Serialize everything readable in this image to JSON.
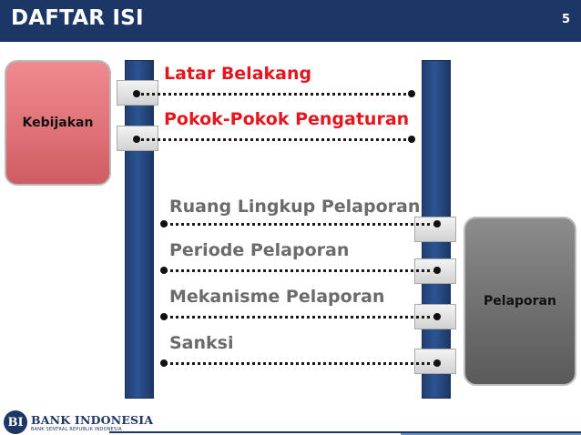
{
  "header": {
    "title": "DAFTAR ISI",
    "page_number": "5"
  },
  "boxes": {
    "kebijakan": "Kebijakan",
    "pelaporan": "Pelaporan"
  },
  "items": {
    "latar": "Latar Belakang",
    "pokok": "Pokok-Pokok Pengaturan",
    "ruang": "Ruang Lingkup Pelaporan",
    "periode": "Periode Pelaporan",
    "mekanisme": "Mekanisme Pelaporan",
    "sanksi": "Sanksi"
  },
  "footer": {
    "logo_text": "BANK INDONESIA",
    "logo_sub": "BANK SENTRAL REPUBLIK INDONESIA"
  },
  "colors": {
    "header": "#1c3766",
    "red_text": "#e5161d",
    "gray_text": "#6b6b6b",
    "kebijakan_box": "#e07279",
    "pelaporan_box": "#6d6d6d"
  }
}
